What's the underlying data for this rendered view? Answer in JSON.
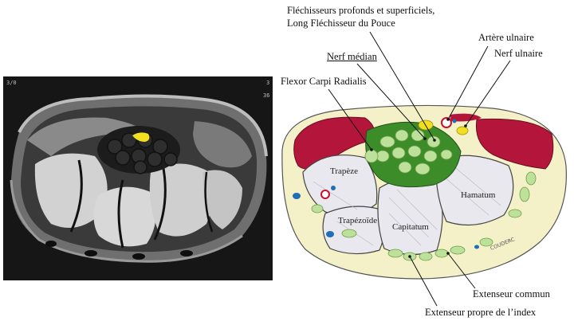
{
  "colors": {
    "muscle": "#b3163a",
    "canal": "#3d8c2a",
    "tendon": "#bde09a",
    "nerve": "#f2df1f",
    "artery": "#c8102e",
    "vein": "#1e6fb8",
    "fat": "#f4f1c9",
    "bone": "#e8e8ee"
  },
  "mri": {
    "corner_marks": [
      "3/0",
      "3",
      "36"
    ]
  },
  "labels": {
    "flexors": [
      "Fléchisseurs profonds et superficiels,",
      "Long Fléchisseur du Pouce"
    ],
    "median_nerve": "Nerf médian",
    "flexor_carpi_radialis": "Flexor Carpi Radialis",
    "ulnar_artery": "Artère ulnaire",
    "ulnar_nerve": "Nerf ulnaire",
    "extensor_common": "Extenseur commun",
    "extensor_index": "Extenseur propre de l’index"
  },
  "structures": {
    "trapeze": "Trapèze",
    "trapezoide": "Trapézoïde",
    "capitatum": "Capitatum",
    "hamatum": "Hamatum"
  },
  "signature": "COUDERC"
}
